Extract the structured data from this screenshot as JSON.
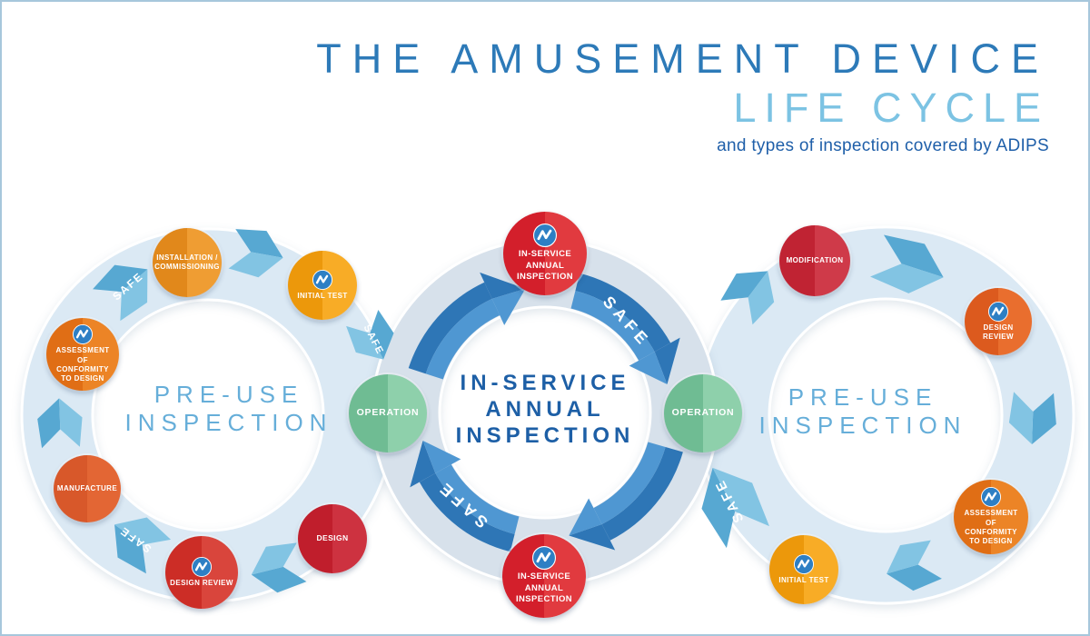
{
  "title": {
    "line1": "THE AMUSEMENT DEVICE",
    "line2": "LIFE CYCLE",
    "subtitle": "and types of inspection covered by ADIPS"
  },
  "labels": {
    "safe": "SAFE"
  },
  "cycles": {
    "left": {
      "name": "PRE-USE INSPECTION"
    },
    "middle": {
      "name": "IN-SERVICE ANNUAL INSPECTION"
    },
    "right": {
      "name": "PRE-USE INSPECTION"
    }
  },
  "nodes": {
    "installation": {
      "label": "INSTALLATION / COMMISSIONING",
      "colors": [
        "#e1881b",
        "#ef9d33"
      ],
      "logo": false
    },
    "initial_test_left": {
      "label": "INITIAL TEST",
      "colors": [
        "#ec980b",
        "#f8ac26"
      ],
      "logo": true
    },
    "assessment_left": {
      "label": "ASSESSMENT OF CONFORMITY TO DESIGN",
      "colors": [
        "#e06e15",
        "#ec8426"
      ],
      "logo": true
    },
    "manufacture": {
      "label": "MANUFACTURE",
      "colors": [
        "#d8582a",
        "#e36634"
      ],
      "logo": false
    },
    "design_review_left": {
      "label": "DESIGN REVIEW",
      "colors": [
        "#cc2d26",
        "#d9453c"
      ],
      "logo": true
    },
    "design": {
      "label": "DESIGN",
      "colors": [
        "#c01e2c",
        "#cd3240"
      ],
      "logo": false
    },
    "in_service_top": {
      "label": "IN-SERVICE ANNUAL INSPECTION",
      "colors": [
        "#d31f2b",
        "#e13a3f"
      ],
      "logo": true
    },
    "in_service_bottom": {
      "label": "IN-SERVICE ANNUAL INSPECTION",
      "colors": [
        "#d31f2b",
        "#e13a3f"
      ],
      "logo": true
    },
    "operation_left": {
      "label": "OPERATION",
      "colors": [
        "#6fbc93",
        "#8ed0ab"
      ],
      "logo": false
    },
    "operation_right": {
      "label": "OPERATION",
      "colors": [
        "#6fbc93",
        "#8ed0ab"
      ],
      "logo": false
    },
    "modification": {
      "label": "MODIFICATION",
      "colors": [
        "#c02333",
        "#cf3a49"
      ],
      "logo": false
    },
    "design_review_right": {
      "label": "DESIGN REVIEW",
      "colors": [
        "#dc5a1e",
        "#e96e2e"
      ],
      "logo": true
    },
    "assessment_right": {
      "label": "ASSESSMENT OF CONFORMITY TO DESIGN",
      "colors": [
        "#e06e15",
        "#ec8426"
      ],
      "logo": true
    },
    "initial_test_right": {
      "label": "INITIAL TEST",
      "colors": [
        "#ec980b",
        "#f8ac26"
      ],
      "logo": true
    }
  },
  "palette": {
    "page_border": "#a7c7dc",
    "ring_outer": "#dbe9f4",
    "ring_middle": "#d7e1eb",
    "chevron_dark": "#57a8d2",
    "chevron_light": "#82c4e3",
    "mid_arrow_dark": "#2e76b6",
    "mid_arrow_light": "#4f97d2",
    "title_blue": "#2d7ab8",
    "title_light_blue": "#7cc3e3",
    "subtitle_blue": "#1f5fa9",
    "preuse_label_blue": "#66aed9",
    "inservice_label_blue": "#1d5fa6",
    "logo_blue": "#2e7fc4"
  }
}
